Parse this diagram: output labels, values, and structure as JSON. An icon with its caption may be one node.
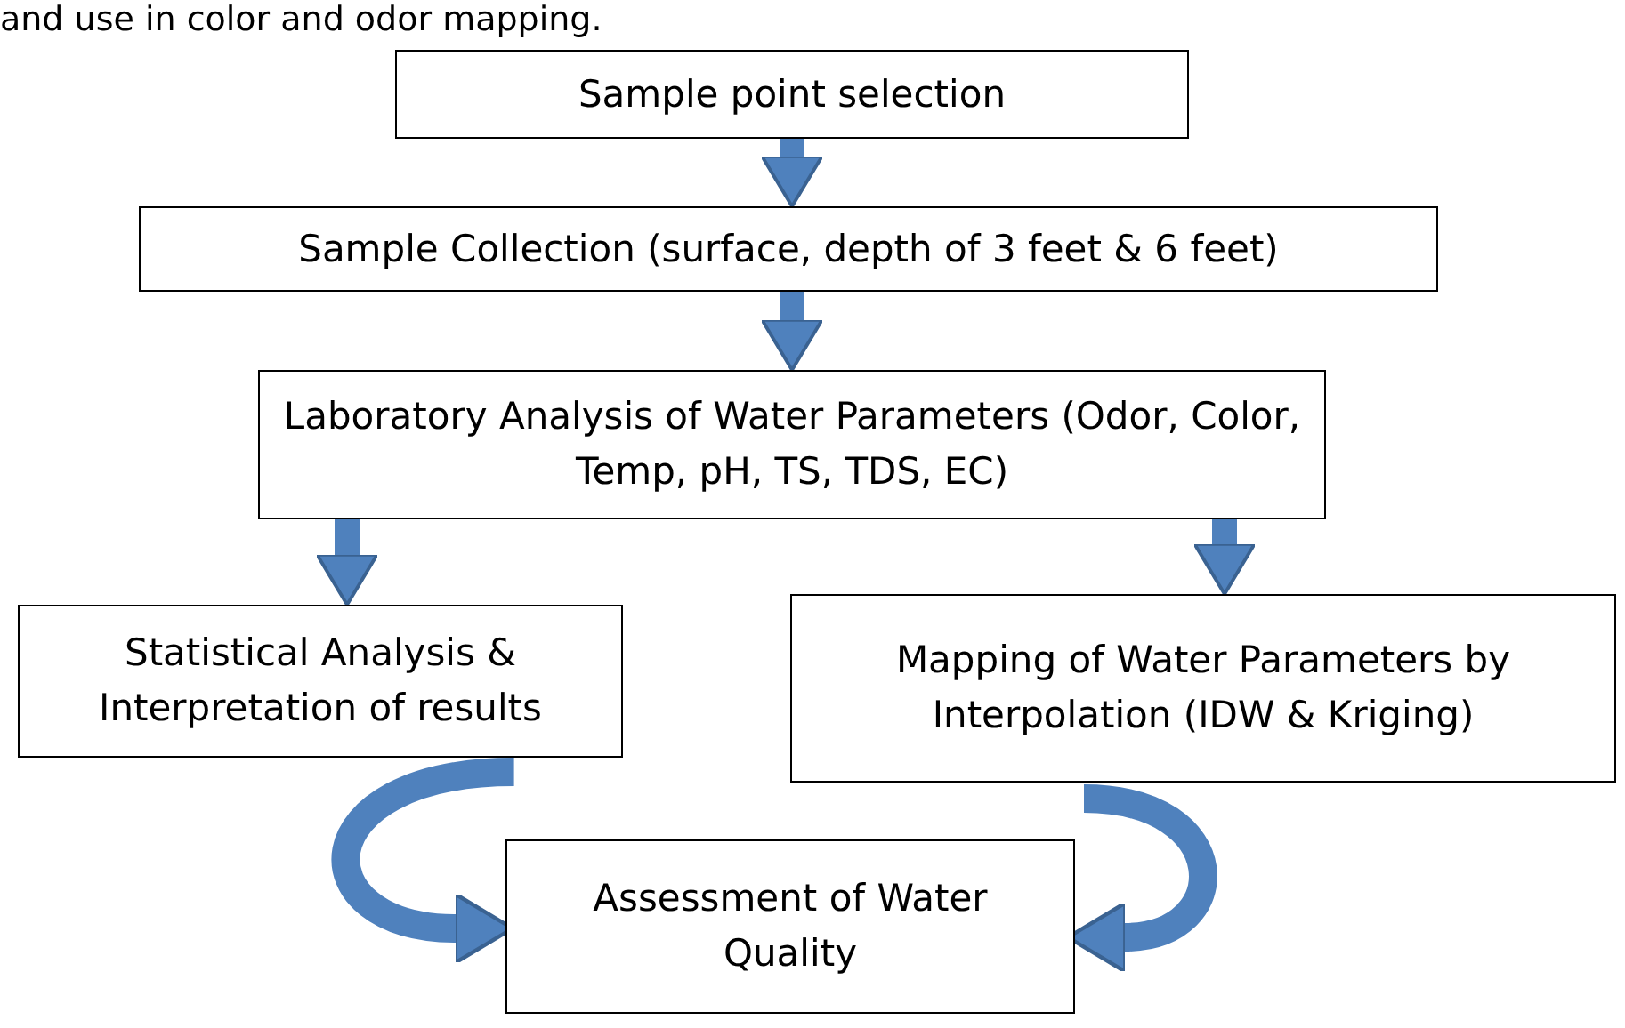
{
  "diagram": {
    "nodes": [
      {
        "text": [
          "Sample point selection"
        ]
      },
      {
        "text": [
          "Sample Collection (surface, depth of 3 feet & 6 feet)"
        ]
      },
      {
        "text": [
          "Laboratory Analysis of Water Parameters (Odor, Color, Temp, pH, TS, TDS, EC)"
        ]
      },
      {
        "text": [
          "Statistical Analysis & Interpretation of results"
        ]
      },
      {
        "text": [
          "Mapping of Water Parameters by Interpolation (IDW & Kriging)"
        ]
      },
      {
        "text": [
          "Assessment of Water Quality"
        ]
      }
    ],
    "edges": [
      {
        "from": 0,
        "to": 1,
        "arrow": "to"
      },
      {
        "from": 1,
        "to": 2,
        "arrow": "to"
      },
      {
        "from": 2,
        "to": 3,
        "arrow": "to"
      },
      {
        "from": 2,
        "to": 4,
        "arrow": "to"
      },
      {
        "from": 3,
        "to": 5,
        "arrow": "to"
      },
      {
        "from": 4,
        "to": 5,
        "arrow": "to"
      }
    ],
    "labels": [
      "and use in color and odor mapping."
    ]
  }
}
